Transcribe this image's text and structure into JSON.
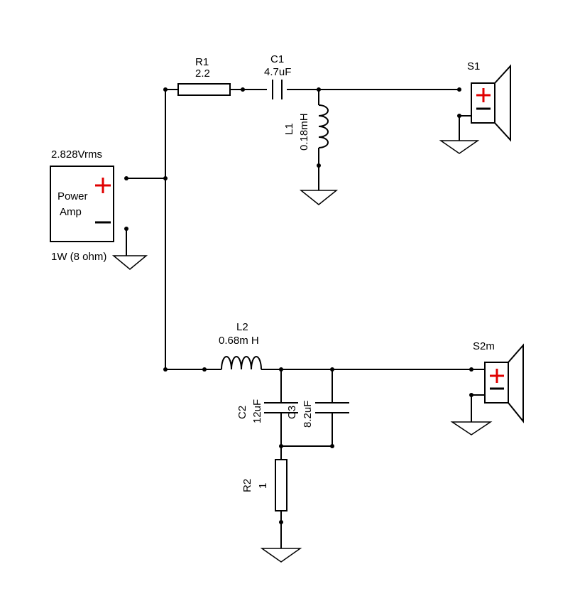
{
  "amp": {
    "voltage": "2.828Vrms",
    "name_line1": "Power",
    "name_line2": "Amp",
    "power": "1W (8 ohm)"
  },
  "components": {
    "r1": {
      "ref": "R1",
      "value": "2.2"
    },
    "c1": {
      "ref": "C1",
      "value": "4.7uF"
    },
    "l1": {
      "ref": "L1",
      "value": "0.18mH"
    },
    "l2": {
      "ref": "L2",
      "value": "0.68m H"
    },
    "c2": {
      "ref": "C2",
      "value": "12uF"
    },
    "c3": {
      "ref": "C3",
      "value": "8.2uF"
    },
    "r2": {
      "ref": "R2",
      "value": "1"
    }
  },
  "speakers": {
    "s1": {
      "ref": "S1"
    },
    "s2": {
      "ref": "S2m"
    }
  },
  "colors": {
    "wire": "#000000",
    "polarity_plus": "#e00000",
    "background": "#ffffff"
  }
}
